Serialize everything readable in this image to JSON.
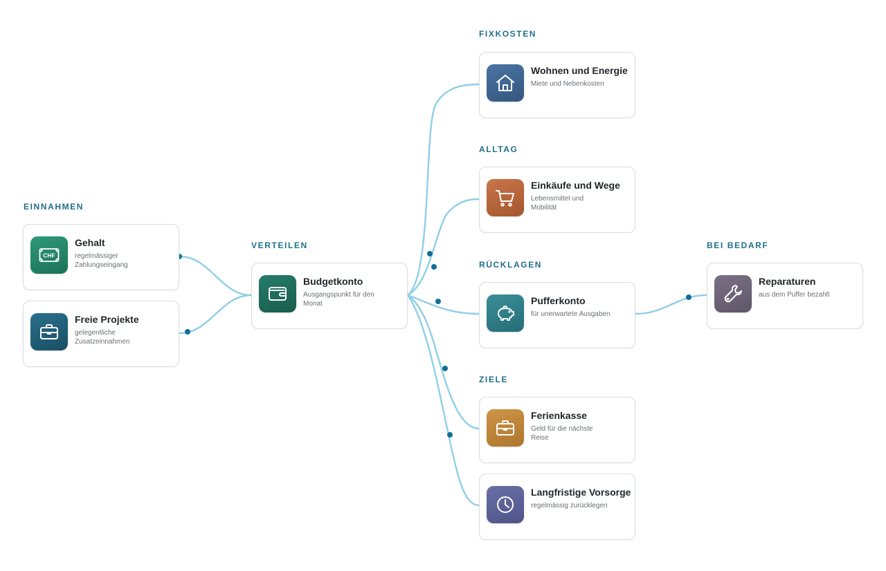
{
  "colors": {
    "section_label": "#1f6f8b",
    "link": "#8fcfe6",
    "dot": "#136f96"
  },
  "sections": {
    "einnahmen": "EINNAHMEN",
    "verteilen": "VERTEILEN",
    "fixkosten": "FIXKOSTEN",
    "alltag": "ALLTAG",
    "ruecklagen": "RÜCKLAGEN",
    "ziele": "ZIELE",
    "bei_bedarf": "BEI BEDARF"
  },
  "nodes": {
    "gehalt": {
      "title": "Gehalt",
      "subtitle": "regelmässiger\nZahlungseingang",
      "icon": "cash-chf-icon",
      "icon_text": "CHF",
      "color": "#23876a"
    },
    "freie_projekte": {
      "title": "Freie Projekte",
      "subtitle": "gelegentliche\nZusatzeinnahmen",
      "icon": "briefcase-icon",
      "color": "#1f5d78"
    },
    "budgetkonto": {
      "title": "Budgetkonto",
      "subtitle": "Ausgangspunkt für den\nMonat",
      "icon": "wallet-icon",
      "color": "#1f6e5e"
    },
    "wohnen": {
      "title": "Wohnen und Energie",
      "subtitle": "Miete und Nebenkosten",
      "icon": "home-icon",
      "color": "#3f6592"
    },
    "einkaeufe": {
      "title": "Einkäufe und Wege",
      "subtitle": "Lebensmittel und\nMobilität",
      "icon": "shopping-cart-icon",
      "color": "#b8653a"
    },
    "pufferkonto": {
      "title": "Pufferkonto",
      "subtitle": "für unerwartete Ausgaben",
      "icon": "piggy-bank-icon",
      "color": "#2f7f8a"
    },
    "ferienkasse": {
      "title": "Ferienkasse",
      "subtitle": "Geld für die nächste\nReise",
      "icon": "suitcase-icon",
      "color": "#c1863a"
    },
    "vorsorge": {
      "title": "Langfristige Vorsorge",
      "subtitle": "regelmässig zurücklegen",
      "icon": "clock-icon",
      "color": "#5e6398"
    },
    "reparaturen": {
      "title": "Reparaturen",
      "subtitle": "aus dem Puffer bezahlt",
      "icon": "wrench-icon",
      "color": "#6e6478"
    }
  },
  "edges": [
    {
      "from": "gehalt",
      "to": "budgetkonto"
    },
    {
      "from": "freie_projekte",
      "to": "budgetkonto"
    },
    {
      "from": "budgetkonto",
      "to": "wohnen"
    },
    {
      "from": "budgetkonto",
      "to": "einkaeufe"
    },
    {
      "from": "budgetkonto",
      "to": "pufferkonto"
    },
    {
      "from": "budgetkonto",
      "to": "ferienkasse"
    },
    {
      "from": "budgetkonto",
      "to": "vorsorge"
    },
    {
      "from": "pufferkonto",
      "to": "reparaturen"
    }
  ]
}
